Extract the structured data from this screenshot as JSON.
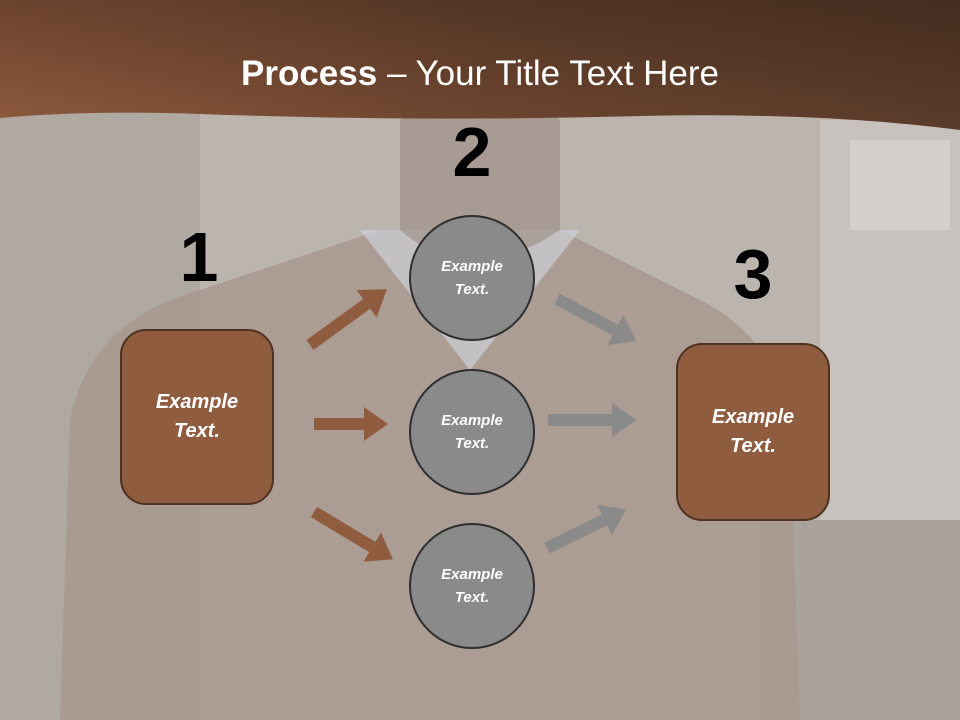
{
  "title": {
    "bold": "Process",
    "rest": " – Your Title Text Here"
  },
  "steps": [
    {
      "number": "1",
      "label_line1": "Example",
      "label_line2": "Text."
    },
    {
      "number": "2",
      "label_line1": "Example",
      "label_line2": "Text."
    },
    {
      "number": "3",
      "label_line1": "Example",
      "label_line2": "Text."
    }
  ],
  "circles": [
    {
      "line1": "Example",
      "line2": "Text."
    },
    {
      "line1": "Example",
      "line2": "Text."
    },
    {
      "line1": "Example",
      "line2": "Text."
    }
  ],
  "colors": {
    "header_brown": "#8a5a3c",
    "box_fill": "#8f5c40",
    "box_border": "#4f3222",
    "circle_fill": "#8a8a8a",
    "arrow_brown": "#8f5c40",
    "arrow_gray": "#8a8a8a"
  }
}
